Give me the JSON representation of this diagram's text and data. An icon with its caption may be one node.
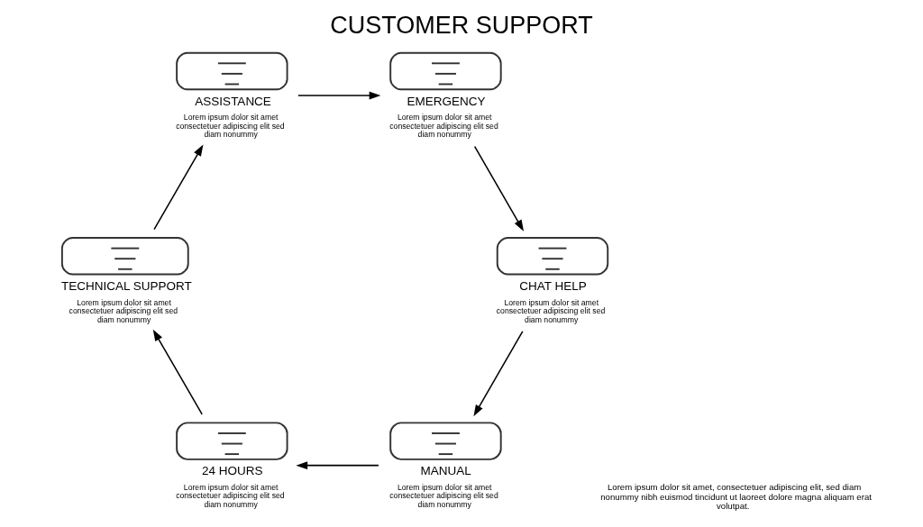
{
  "diagram": {
    "title": "CUSTOMER SUPPORT",
    "nodes": [
      {
        "text": [],
        "shape": "picture",
        "beside": [
          "MANUAL",
          "Lorem ipsum dolor sit amet consectetuer adipiscing elit sed diam nonummy"
        ]
      },
      {
        "text": [],
        "shape": "picture",
        "beside": [
          "24 HOURS",
          "Lorem ipsum dolor sit amet consectetuer adipiscing elit sed diam nonummy"
        ]
      },
      {
        "text": [],
        "shape": "picture",
        "beside": [
          "TECHNICAL SUPPORT",
          "Lorem ipsum dolor sit amet consectetuer adipiscing elit sed diam nonummy"
        ]
      },
      {
        "text": [],
        "shape": "picture",
        "beside": [
          "ASSISTANCE",
          "Lorem ipsum dolor sit amet consectetuer adipiscing elit sed diam nonummy"
        ]
      },
      {
        "text": [],
        "shape": "picture",
        "beside": [
          "EMERGENCY",
          "Lorem ipsum dolor sit amet consectetuer adipiscing elit sed diam nonummy"
        ]
      },
      {
        "text": [],
        "shape": "picture",
        "beside": [
          "CHAT HELP",
          "Lorem ipsum dolor sit amet consectetuer adipiscing elit sed diam nonummy"
        ]
      }
    ],
    "edges": [
      {
        "from": 0,
        "to": 1,
        "arrow": "to"
      },
      {
        "from": 1,
        "to": 2,
        "arrow": "to"
      },
      {
        "from": 2,
        "to": 3,
        "arrow": "to"
      },
      {
        "from": 3,
        "to": 4,
        "arrow": "to"
      },
      {
        "from": 4,
        "to": 5,
        "arrow": "to"
      },
      {
        "from": 5,
        "to": 0,
        "arrow": "to"
      }
    ],
    "labels": [
      "Lorem ipsum dolor sit amet, consectetuer adipiscing elit, sed diam nonummy nibh euismod tincidunt ut laoreet dolore magna aliquam erat volutpat."
    ]
  }
}
